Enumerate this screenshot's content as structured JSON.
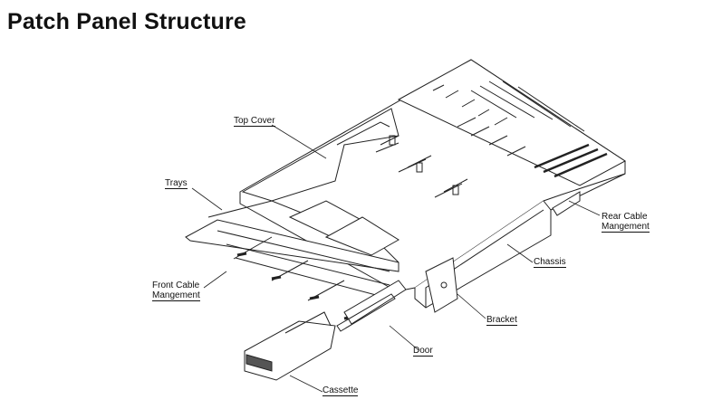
{
  "title": "Patch Panel Structure",
  "labels": {
    "top_cover": "Top Cover",
    "trays": "Trays",
    "front_cable_1": "Front Cable",
    "front_cable_2": "Mangement",
    "rear_cable_1": "Rear Cable",
    "rear_cable_2": "Mangement",
    "chassis": "Chassis",
    "bracket": "Bracket",
    "door": "Door",
    "cassette": "Cassette"
  }
}
